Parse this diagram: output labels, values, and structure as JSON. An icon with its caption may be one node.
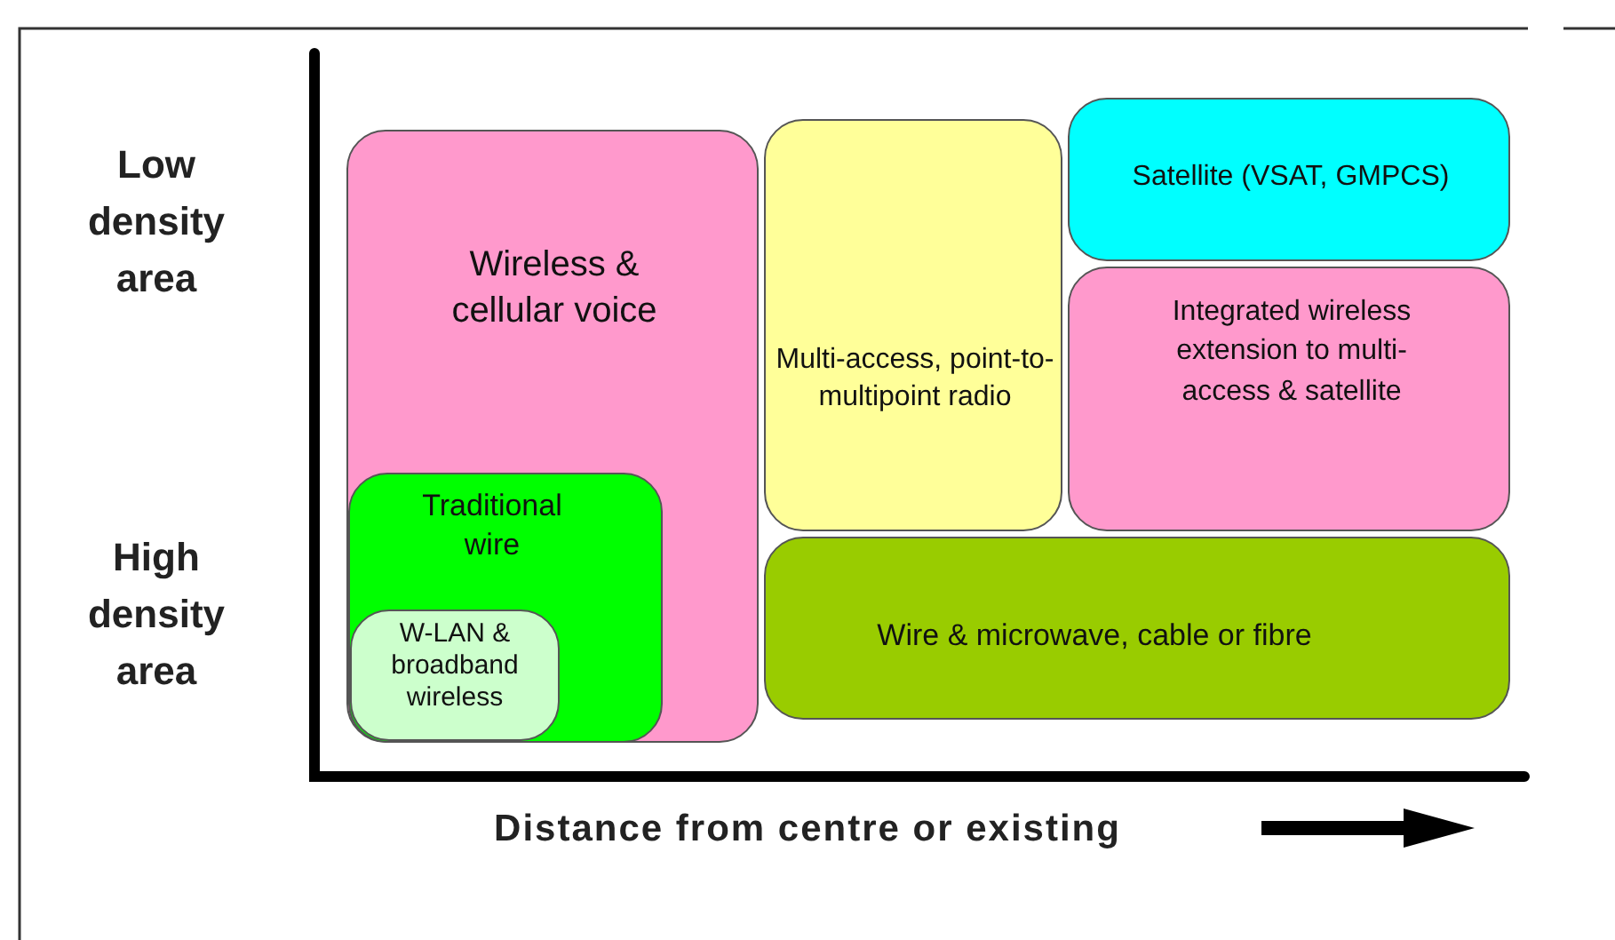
{
  "diagram": {
    "nodes": [
      {
        "text": [
          "Wireless & cellular voice"
        ]
      },
      {
        "text": [
          "Traditional wire"
        ],
        "in": 0
      },
      {
        "text": [
          "W-LAN & broadband wireless"
        ],
        "in": 1
      },
      {
        "text": [
          "Multi-access, point-to-multipoint radio"
        ]
      },
      {
        "text": [
          "Satellite (VSAT, GMPCS)"
        ]
      },
      {
        "text": [
          "Integrated wireless extension to multi-access & satellite"
        ]
      },
      {
        "text": [
          "Wire & microwave, cable or fibre"
        ]
      }
    ],
    "edges": [],
    "labels": [
      "Low density area",
      "High density area",
      "Distance from centre or existing"
    ]
  }
}
